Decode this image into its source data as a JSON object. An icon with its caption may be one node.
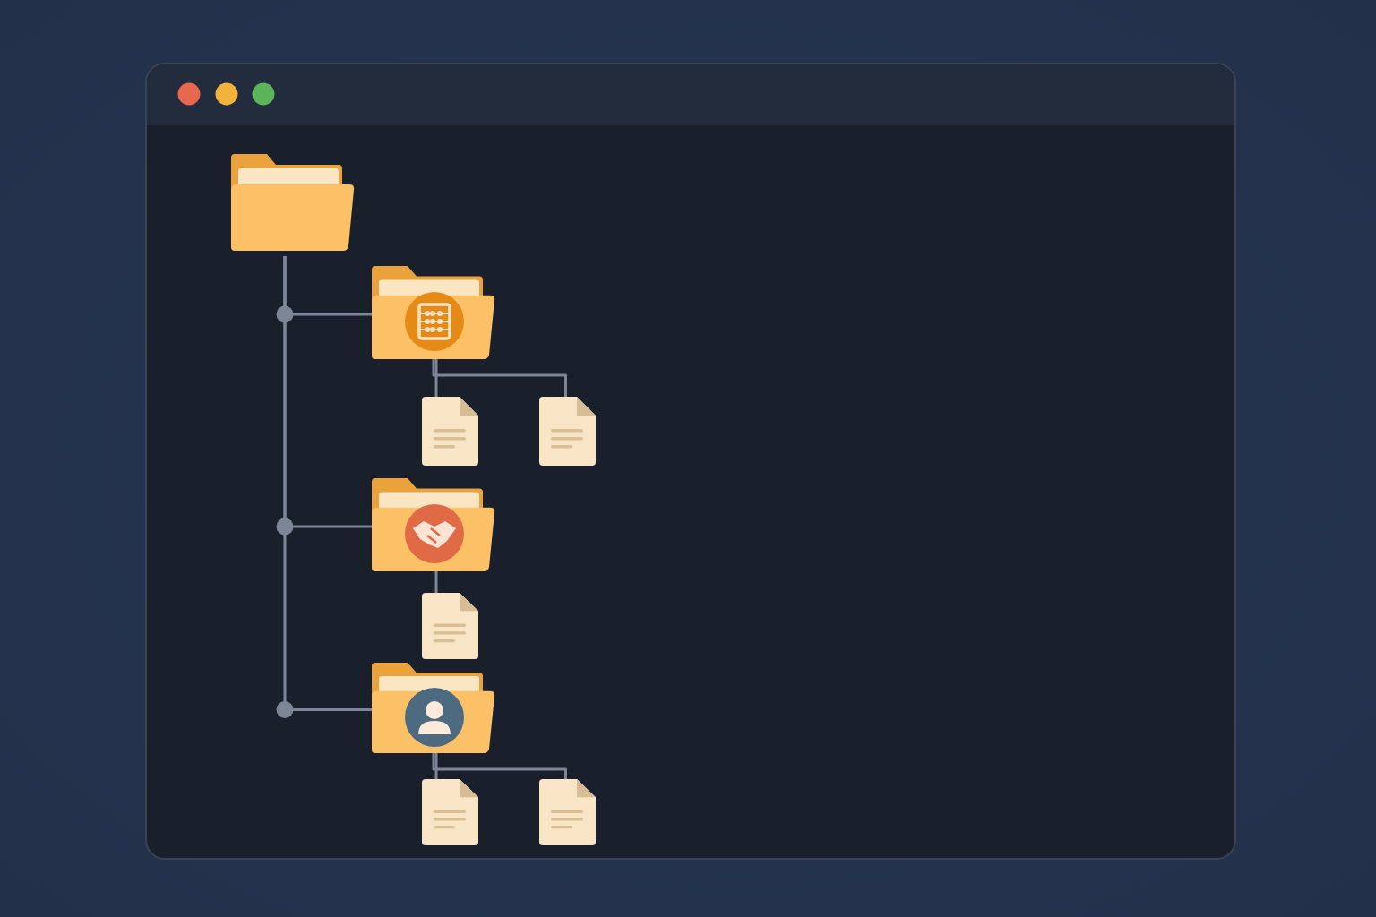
{
  "diagram": {
    "nodes": [
      {
        "text": [],
        "shape": "folder"
      },
      {
        "text": [],
        "shape": "folder"
      },
      {
        "text": [],
        "shape": "document"
      },
      {
        "text": [],
        "shape": "document"
      },
      {
        "text": [],
        "shape": "folder"
      },
      {
        "text": [],
        "shape": "document"
      },
      {
        "text": [],
        "shape": "folder"
      },
      {
        "text": [],
        "shape": "document"
      },
      {
        "text": [],
        "shape": "document"
      }
    ],
    "edges": [
      {
        "from": 0,
        "to": 1,
        "arrow": "none"
      },
      {
        "from": 0,
        "to": 4,
        "arrow": "none"
      },
      {
        "from": 0,
        "to": 6,
        "arrow": "none"
      },
      {
        "from": 1,
        "to": 2,
        "arrow": "none"
      },
      {
        "from": 1,
        "to": 3,
        "arrow": "none"
      },
      {
        "from": 4,
        "to": 5,
        "arrow": "none"
      },
      {
        "from": 6,
        "to": 7,
        "arrow": "none"
      },
      {
        "from": 6,
        "to": 8,
        "arrow": "none"
      }
    ]
  }
}
